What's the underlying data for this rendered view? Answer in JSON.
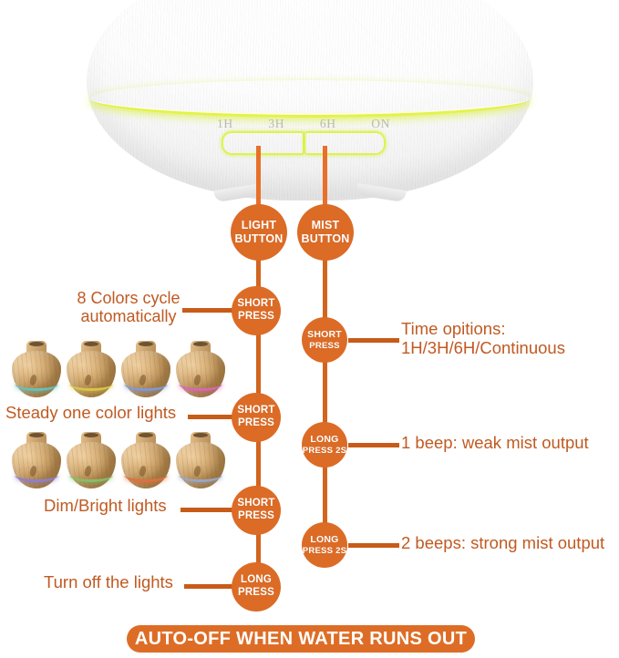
{
  "product": {
    "name": "essential-oil-diffuser",
    "timer_labels": [
      "1H",
      "3H",
      "6H",
      "ON"
    ],
    "glow_ring_color": "#e4f24a",
    "body_color": "#f7f7f7"
  },
  "theme": {
    "accent": "#dc6b26",
    "line": "#c85b18",
    "caption_text": "#c05a22",
    "node_text": "#ffffff"
  },
  "flows": {
    "light": {
      "root_label_line1": "LIGHT",
      "root_label_line2": "BUTTON",
      "steps": [
        {
          "press_line1": "SHORT",
          "press_line2": "PRESS",
          "caption": "8 Colors cycle\nautomatically"
        },
        {
          "press_line1": "SHORT",
          "press_line2": "PRESS",
          "caption": "Steady one color lights"
        },
        {
          "press_line1": "SHORT",
          "press_line2": "PRESS",
          "caption": "Dim/Bright lights"
        },
        {
          "press_line1": "LONG",
          "press_line2": "PRESS",
          "caption": "Turn off the lights"
        }
      ]
    },
    "mist": {
      "root_label_line1": "MIST",
      "root_label_line2": "BUTTON",
      "steps": [
        {
          "press_line1": "SHORT",
          "press_line2": "PRESS",
          "caption": "Time opitions:\n1H/3H/6H/Continuous"
        },
        {
          "press_line1": "LONG",
          "press_line2": "PRESS 2S",
          "caption": "1 beep: weak mist output"
        },
        {
          "press_line1": "LONG",
          "press_line2": "PRESS 2S",
          "caption": "2 beeps: strong mist output"
        }
      ]
    }
  },
  "thumbnails": {
    "row_cycle": [
      {
        "ring_color": "#64c3bd"
      },
      {
        "ring_color": "#d9c94a"
      },
      {
        "ring_color": "#7f9ad8"
      },
      {
        "ring_color": "#d768b8"
      }
    ],
    "row_steady": [
      {
        "ring_color": "#8f7fd0"
      },
      {
        "ring_color": "#86c06a"
      },
      {
        "ring_color": "#e0703f"
      },
      {
        "ring_color": "#9aa8c9"
      }
    ]
  },
  "banner": {
    "text": "AUTO-OFF WHEN WATER RUNS OUT"
  }
}
